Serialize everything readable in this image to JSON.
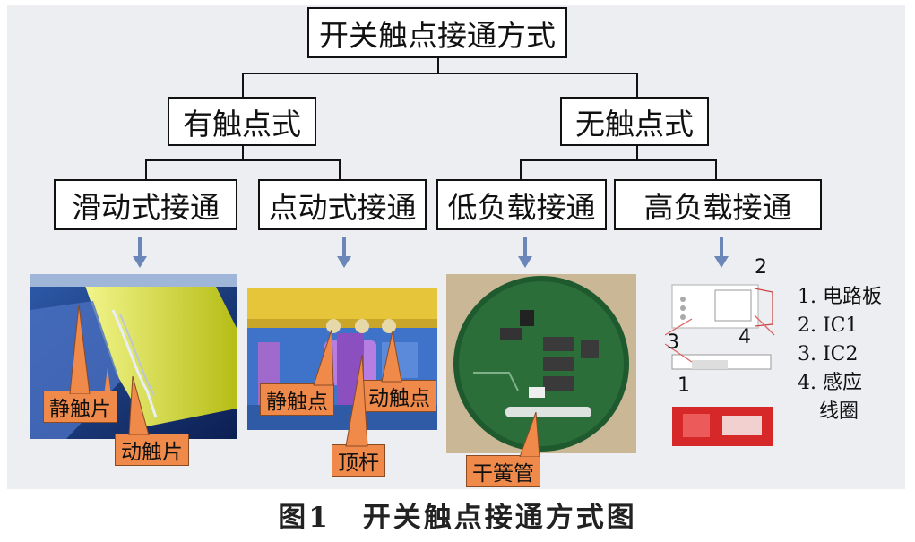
{
  "tree": {
    "root": "开关触点接通方式",
    "branches": [
      {
        "label": "有触点式",
        "children": [
          "滑动式接通",
          "点动式接通"
        ]
      },
      {
        "label": "无触点式",
        "children": [
          "低负载接通",
          "高负载接通"
        ]
      }
    ]
  },
  "images": {
    "sliding": {
      "callouts": [
        "静触片",
        "动触片"
      ]
    },
    "point": {
      "callouts": [
        "静触点",
        "动触点",
        "顶杆"
      ]
    },
    "low_load": {
      "callouts": [
        "干簧管"
      ]
    },
    "high_load": {
      "numbers": [
        "1",
        "2",
        "3",
        "4"
      ],
      "legend": [
        "1. 电路板",
        "2. IC1",
        "3. IC2",
        "4. 感应",
        "线圈"
      ]
    }
  },
  "caption": {
    "fig": "图1",
    "title": "开关触点接通方式图"
  },
  "colors": {
    "arrow": "#6b86b8",
    "callout": "#f08a4b",
    "line": "#111111"
  }
}
